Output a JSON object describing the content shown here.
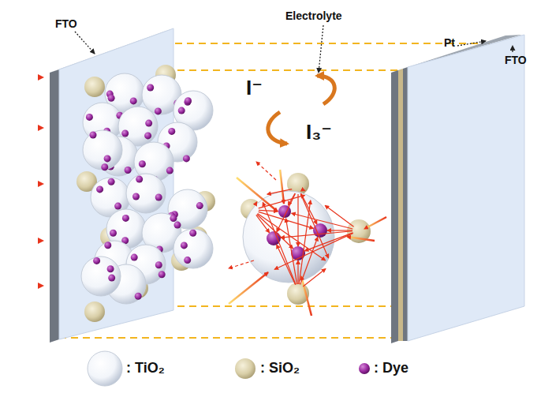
{
  "diagram": {
    "labels": [
      "FTO",
      "Electrolyte",
      "Pt",
      "FTO",
      "I⁻",
      "I₃⁻"
    ],
    "legend": [
      {
        "text": ": TiO₂"
      },
      {
        "text": ": SiO₂"
      },
      {
        "text": ": Dye"
      }
    ]
  }
}
